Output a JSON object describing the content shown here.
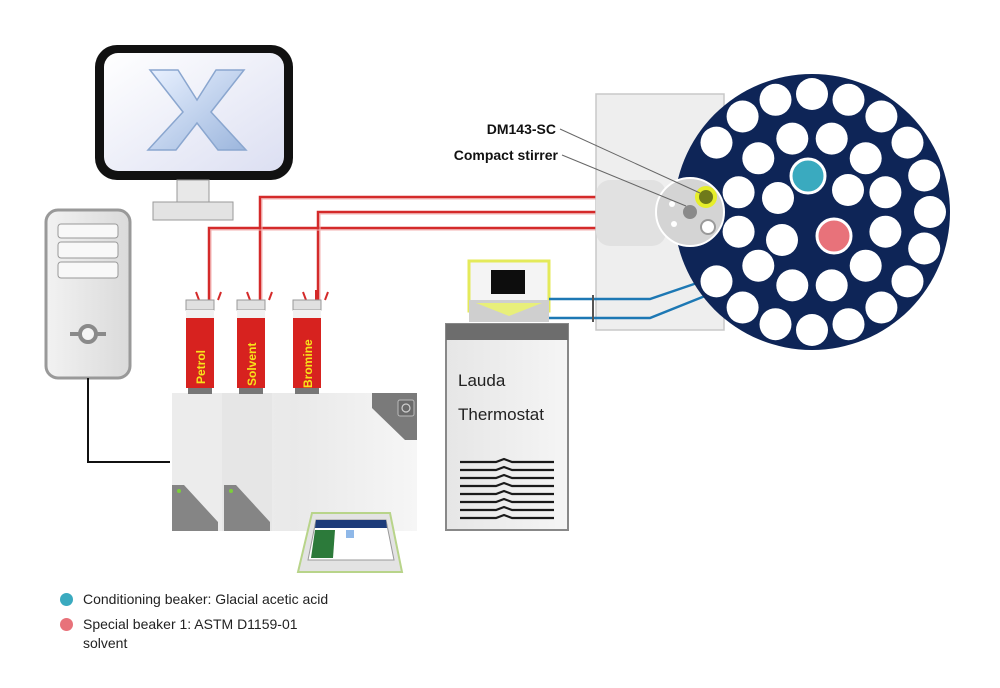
{
  "callouts": {
    "model": "DM143-SC",
    "stirrer": "Compact stirrer"
  },
  "bottles": [
    {
      "label": "Petrol"
    },
    {
      "label": "Solvent"
    },
    {
      "label": "Bromine"
    }
  ],
  "thermostat": {
    "line1": "Lauda",
    "line2": "Thermostat"
  },
  "legend": [
    {
      "text": "Conditioning beaker: Glacial acetic acid",
      "color": "#3aaabf"
    },
    {
      "text": "Special beaker 1: ASTM D1159-01 solvent",
      "color": "#e8727a"
    }
  ],
  "colors": {
    "rack": "#0e2557",
    "tubing_red": "#d42a2a",
    "tubing_blue": "#1d78b4",
    "accent_green": "#c8d64a"
  },
  "icons": {
    "monitor": "monitor-x-logo-icon",
    "pc": "pc-tower-icon",
    "terminal": "touch-terminal-icon"
  }
}
